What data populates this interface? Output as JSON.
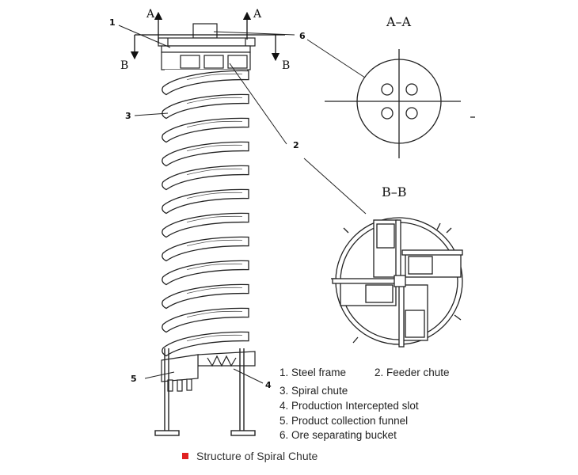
{
  "callouts": {
    "c1": "1",
    "c2": "2",
    "c3": "3",
    "c4": "4",
    "c5": "5",
    "c6": "6"
  },
  "section_arrows": {
    "a_left": "A",
    "a_right": "A",
    "b_left": "B",
    "b_right": "B"
  },
  "section_titles": {
    "aa": "A–A",
    "bb": "B–B"
  },
  "legend": [
    "1. Steel frame",
    "2. Feeder chute",
    "3. Spiral chute",
    "4. Production Intercepted slot",
    "5. Product collection funnel",
    "6.  Ore separating bucket"
  ],
  "caption": {
    "text": "Structure of Spiral Chute",
    "bullet_color": "#e02020"
  }
}
